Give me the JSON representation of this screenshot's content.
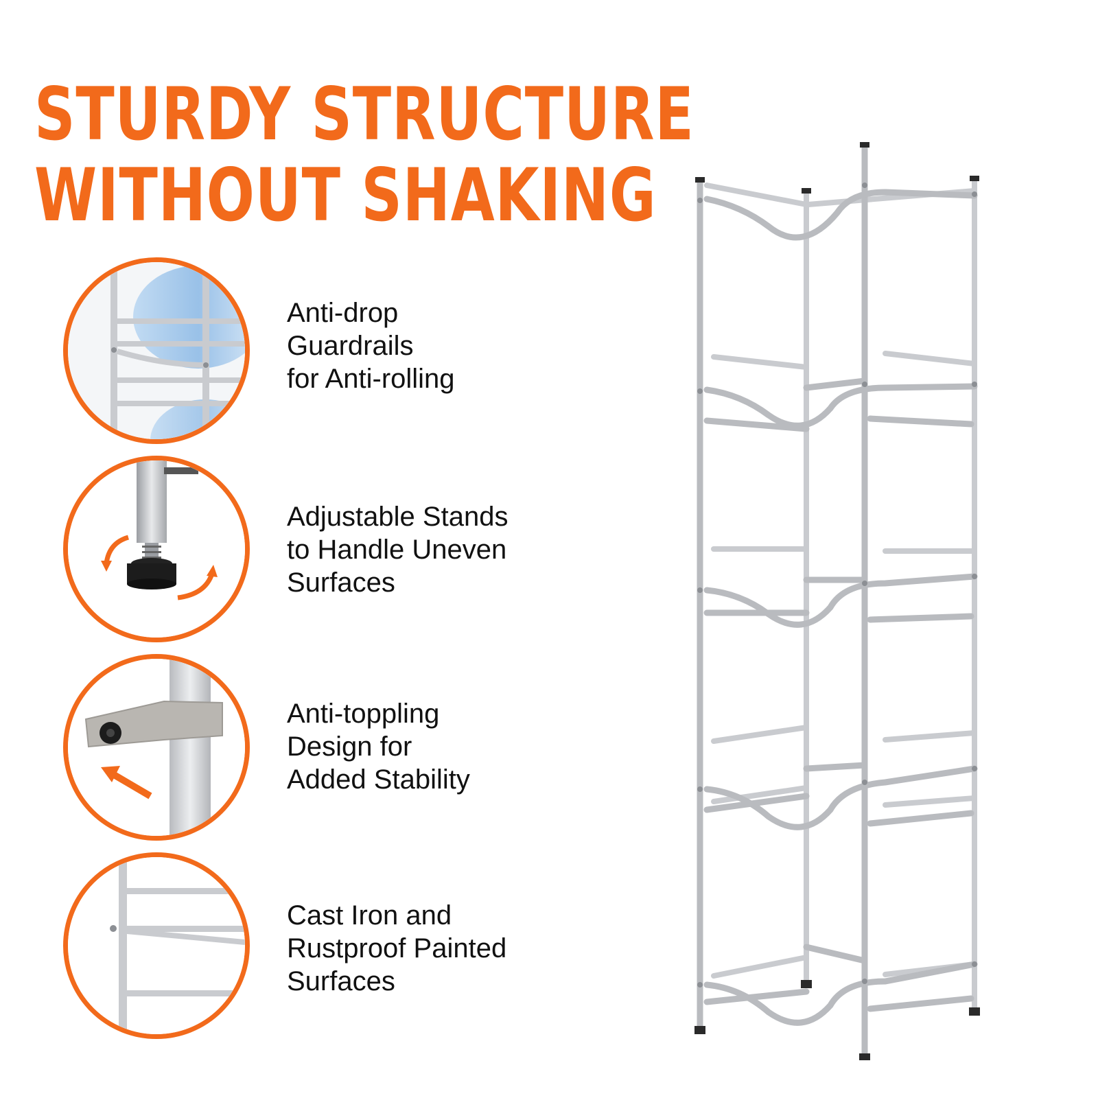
{
  "headline": {
    "line1": "STURDY STRUCTURE",
    "line2": "WITHOUT SHAKING"
  },
  "features": [
    {
      "lines": [
        "Anti-drop",
        "Guardrails",
        "for Anti-rolling"
      ],
      "icon": "guardrail-closeup-icon"
    },
    {
      "lines": [
        "Adjustable Stands",
        "to Handle Uneven",
        "Surfaces"
      ],
      "icon": "adjustable-foot-icon"
    },
    {
      "lines": [
        "Anti-toppling",
        "Design for",
        "Added Stability"
      ],
      "icon": "anti-topple-strap-icon"
    },
    {
      "lines": [
        "Cast Iron and",
        "Rustproof Painted",
        "Surfaces"
      ],
      "icon": "painted-frame-icon"
    }
  ],
  "colors": {
    "accent": "#f26a1b",
    "text": "#111111",
    "metal": "#c9cbcf"
  }
}
